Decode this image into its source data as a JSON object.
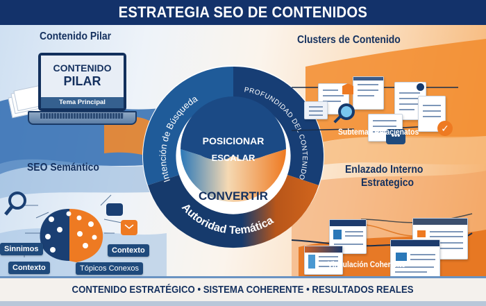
{
  "header": {
    "title": "ESTRATEGIA SEO DE CONTENIDOS"
  },
  "colors": {
    "navy": "#13326a",
    "blue": "#1f5b99",
    "orange": "#ee7a22",
    "dark_orange": "#c95b14",
    "text_dark": "#14305e"
  },
  "pillar": {
    "title": "Contenido Pilar",
    "screen_line1": "CONTENIDO",
    "screen_line2": "PILAR",
    "screen_caption": "Tema Principal",
    "icons": [
      "laptop-icon",
      "documents-stack-icon"
    ]
  },
  "clusters": {
    "title": "Clusters de Contenido",
    "caption": "Subtemas Relacienatos",
    "icons": [
      "document-icon",
      "magnifier-icon",
      "chat-bubble-icon",
      "badge-icon",
      "checkmark-icon"
    ]
  },
  "semantic": {
    "title": "SEO Semántico",
    "tags": [
      "Sinnimos",
      "Contexto",
      "Tópicos Conexos",
      "Contexto"
    ],
    "icons": [
      "brain-network-icon",
      "search-icon",
      "document-icon",
      "mail-icon"
    ]
  },
  "internal_linking": {
    "title_line1": "Enlazado Interno",
    "title_line2": "Estrategico",
    "caption": "Vinculación Coherente",
    "icons": [
      "browser-window-icon"
    ]
  },
  "cycle": {
    "outer_ring": [
      "Intención de Búsqueda",
      "PROFUNDIDAD DEL CONTENIDO",
      "Autoridad Temática"
    ],
    "inner_top_line1": "POSICIONAR",
    "inner_top_line2": "ESCALAR",
    "inner_bottom": "CONVERTIR"
  },
  "footer": {
    "tagline": "CONTENIDO ESTRATÉGICO • SISTEMA COHERENTE • RESULTADOS REALES"
  }
}
